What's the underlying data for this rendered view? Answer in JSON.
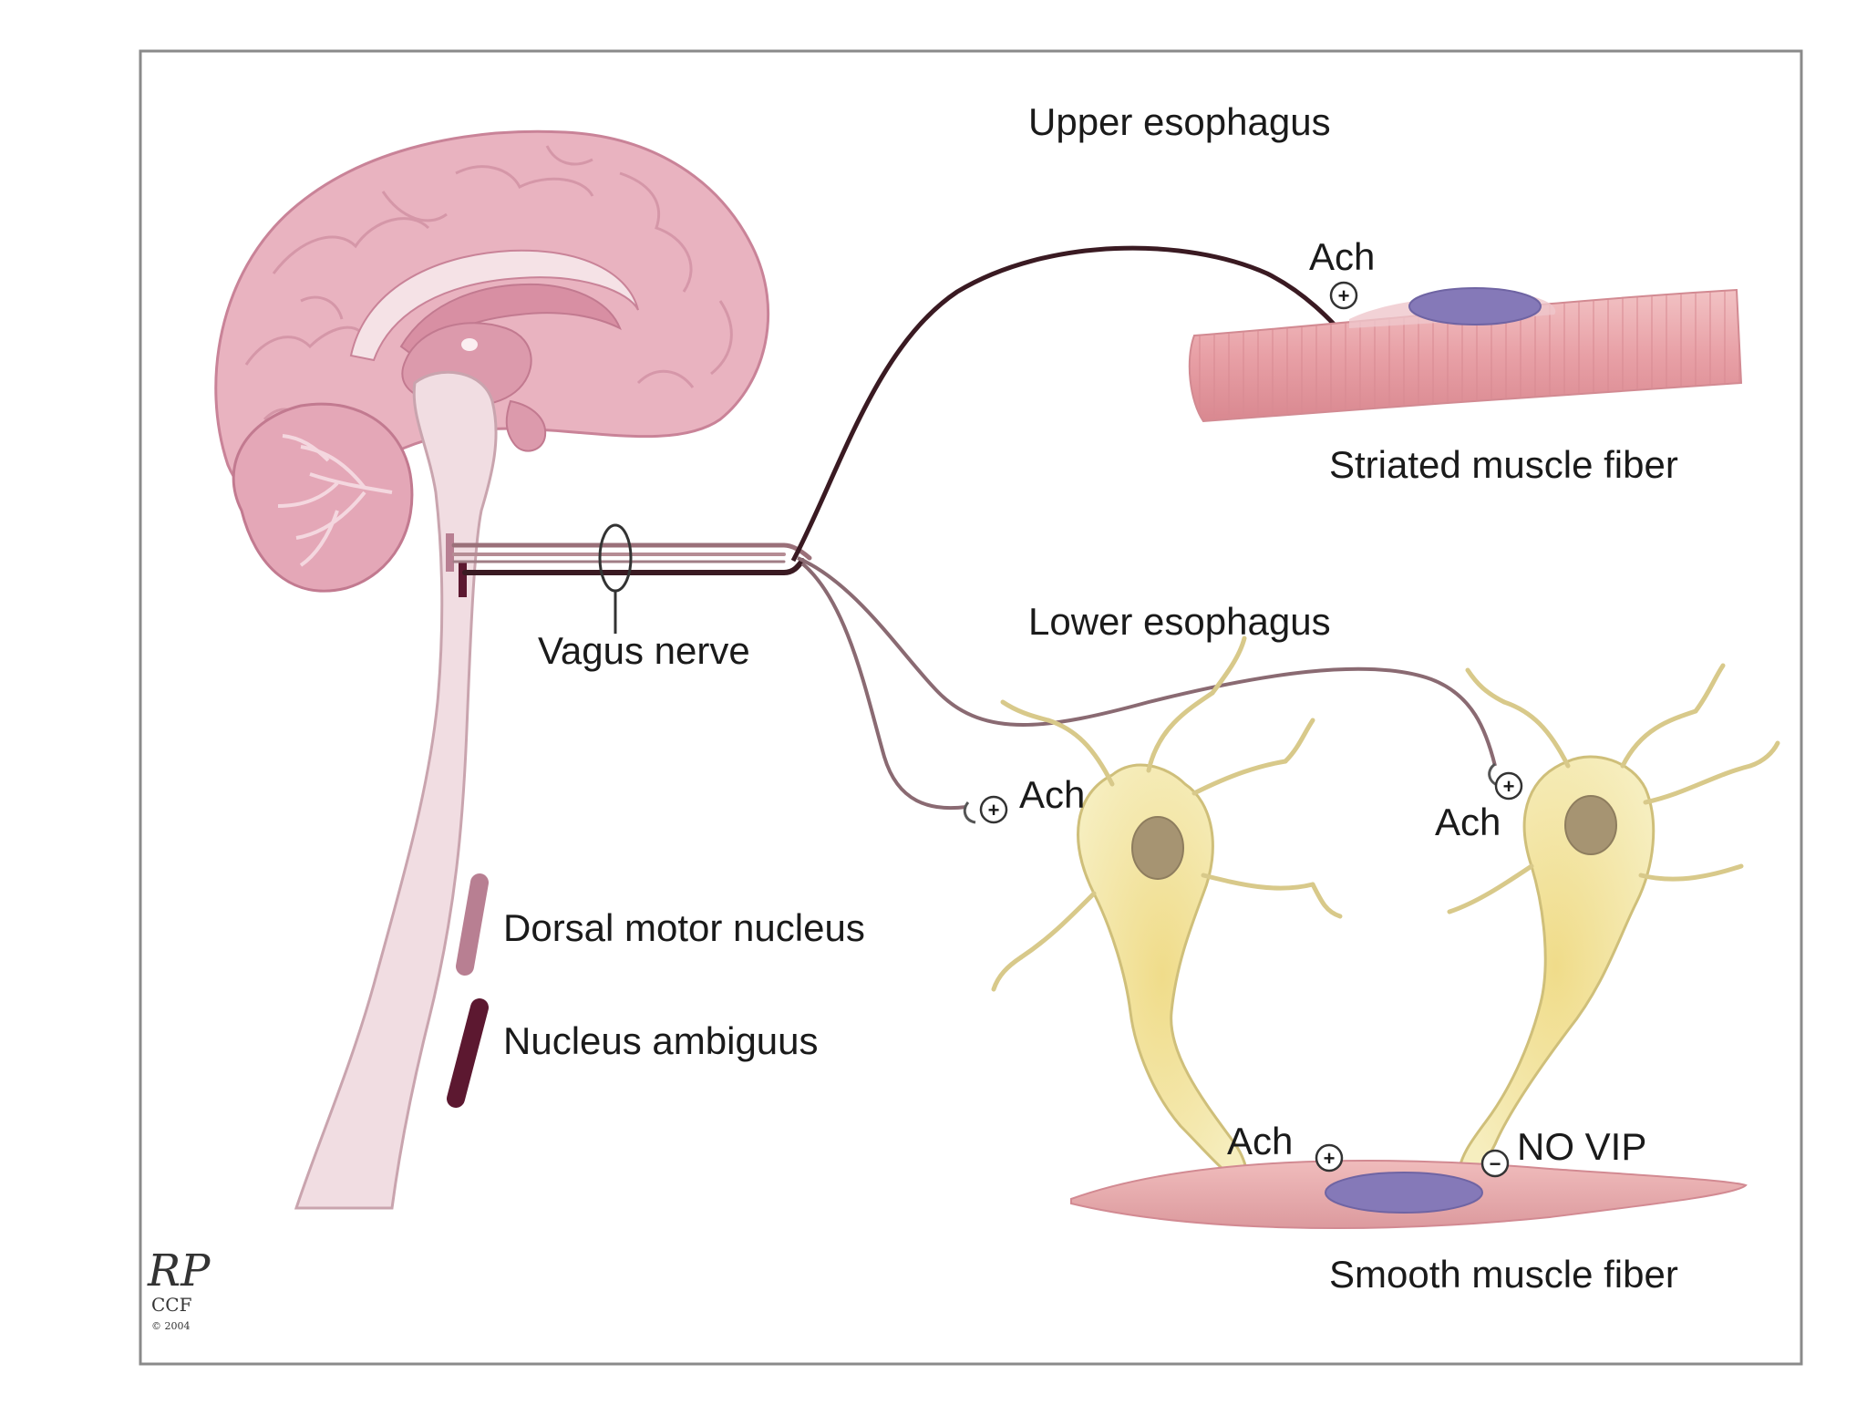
{
  "labels": {
    "upper_esophagus": "Upper esophagus",
    "striated_muscle_fiber": "Striated muscle fiber",
    "lower_esophagus": "Lower esophagus",
    "vagus_nerve": "Vagus nerve",
    "dorsal_motor_nucleus": "Dorsal motor nucleus",
    "nucleus_ambiguus": "Nucleus ambiguus",
    "smooth_muscle_fiber": "Smooth muscle fiber"
  },
  "transmitters": {
    "ach_striated": "Ach",
    "ach_left_neuron": "Ach",
    "ach_right_neuron": "Ach",
    "ach_smooth": "Ach",
    "no_vip": "NO VIP"
  },
  "signs": {
    "excitatory": "+",
    "inhibitory": "−"
  },
  "signature": {
    "mark": "RP",
    "org": "CCF",
    "year": "© 2004"
  },
  "colors": {
    "brain_pink": "#e9b3c0",
    "brain_dark": "#d68fa2",
    "brainstem": "#f1dde2",
    "muscle_pink": "#e8a0a6",
    "nucleus_purple": "#8579b8",
    "neuron_yellow": "#f3e7a6",
    "neuron_nucleus": "#a69472",
    "dorsal_motor_color": "#b87f92",
    "nucleus_ambiguus_color": "#5c1830",
    "nerve_dark": "#3a1a22"
  }
}
